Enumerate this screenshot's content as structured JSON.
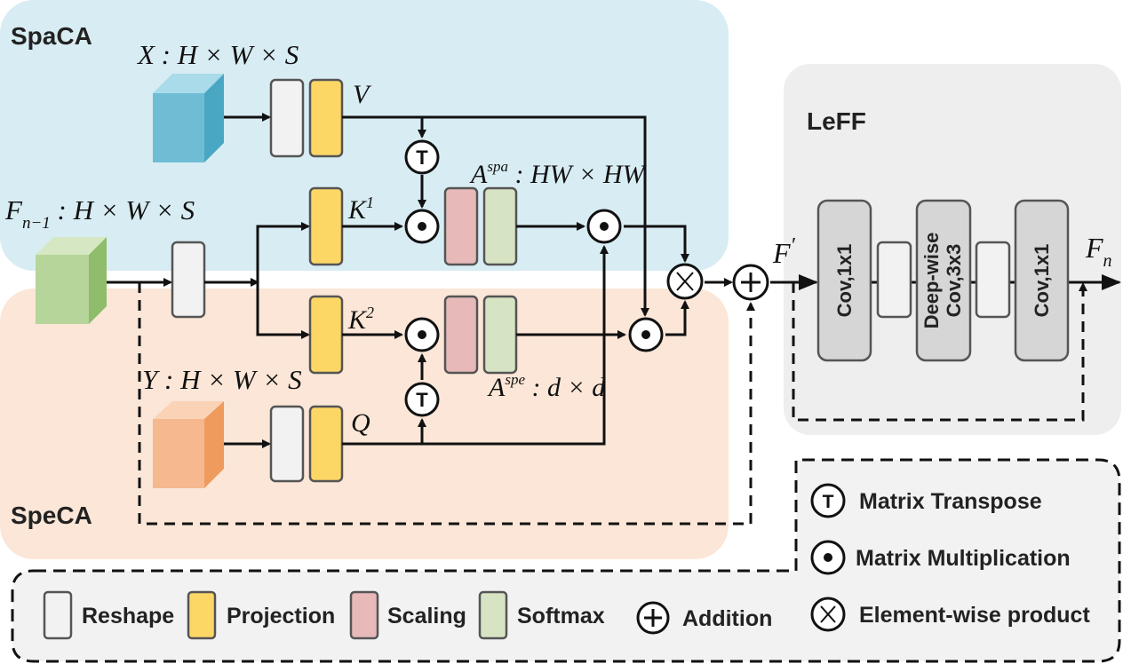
{
  "regions": {
    "spaca": "SpaCA",
    "speca": "SpeCA",
    "leff": "LeFF"
  },
  "inputs": {
    "x_label": "X : H × W × S",
    "f_label_main": "F",
    "f_label_sub": "n−1",
    "f_label_rest": " : H × W × S",
    "y_label": "Y : H × W × S"
  },
  "variables": {
    "v": "V",
    "k1_main": "K",
    "k1_sup": "1",
    "k2_main": "K",
    "k2_sup": "2",
    "q": "Q",
    "a_spa_main": "A",
    "a_spa_sup": "spa",
    "a_spa_rest": " : HW × HW",
    "a_spe_main": "A",
    "a_spe_sup": "spe",
    "a_spe_rest": " : d × d",
    "f_prime_main": "F",
    "f_prime_sup": "′",
    "fn_main": "F",
    "fn_sub": "n"
  },
  "operators": {
    "transpose": "T",
    "matmul": "•",
    "product": "X",
    "addition": "+"
  },
  "leff_blocks": {
    "conv1": "Cov,1x1",
    "dw_line1": "Deep-wise",
    "dw_line2": "Cov,3x3",
    "conv2": "Cov,1x1"
  },
  "legend": {
    "reshape": "Reshape",
    "projection": "Projection",
    "scaling": "Scaling",
    "softmax": "Softmax",
    "addition": "Addition",
    "transpose": "Matrix Transpose",
    "matmul": "Matrix Multiplication",
    "elementwise": "Element-wise product"
  },
  "colors": {
    "spaca_bg": "#d8ecf3",
    "speca_bg": "#fbe6d7",
    "leff_bg": "#eeeeee",
    "reshape": "#f2f2f2",
    "projection": "#fdd766",
    "scaling": "#e7b9b9",
    "softmax": "#d7e4c4",
    "conv": "#d6d6d6",
    "cube_x": "#6fbdd5",
    "cube_f": "#b6d59a",
    "cube_y": "#f6b88e"
  }
}
